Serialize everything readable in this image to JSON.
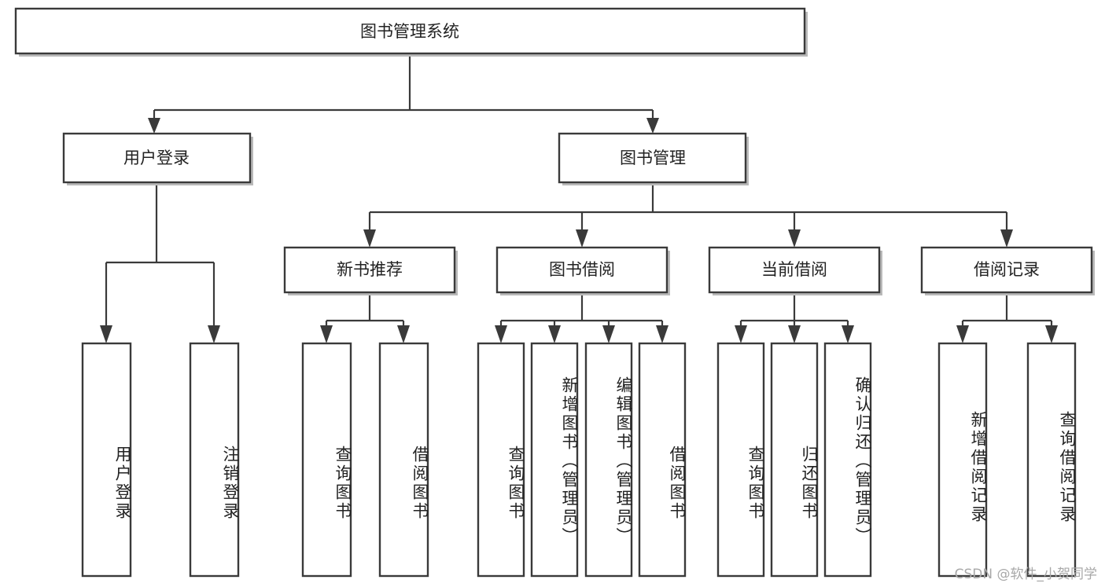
{
  "diagram": {
    "type": "tree",
    "title": "图书管理系统",
    "root": {
      "id": "root",
      "label": "图书管理系统",
      "orientation": "horizontal"
    },
    "level2": [
      {
        "id": "user-login",
        "label": "用户登录",
        "orientation": "horizontal"
      },
      {
        "id": "book-management",
        "label": "图书管理",
        "orientation": "horizontal"
      }
    ],
    "level3": [
      {
        "id": "new-book-recommend",
        "label": "新书推荐",
        "orientation": "horizontal",
        "parent": "book-management"
      },
      {
        "id": "book-borrow",
        "label": "图书借阅",
        "orientation": "horizontal",
        "parent": "book-management"
      },
      {
        "id": "current-borrow",
        "label": "当前借阅",
        "orientation": "horizontal",
        "parent": "book-management"
      },
      {
        "id": "borrow-record",
        "label": "借阅记录",
        "orientation": "horizontal",
        "parent": "book-management"
      }
    ],
    "leaves": [
      {
        "id": "leaf-user-login",
        "label": "用户登录",
        "orientation": "vertical",
        "parent": "user-login"
      },
      {
        "id": "leaf-user-logout",
        "label": "注销登录",
        "orientation": "vertical",
        "parent": "user-login"
      },
      {
        "id": "leaf-query-book-1",
        "label": "查询图书",
        "orientation": "vertical",
        "parent": "new-book-recommend"
      },
      {
        "id": "leaf-borrow-book-1",
        "label": "借阅图书",
        "orientation": "vertical",
        "parent": "new-book-recommend"
      },
      {
        "id": "leaf-query-book-2",
        "label": "查询图书",
        "orientation": "vertical",
        "parent": "book-borrow"
      },
      {
        "id": "leaf-add-book",
        "label": "新增图书（管理员）",
        "orientation": "vertical",
        "parent": "book-borrow"
      },
      {
        "id": "leaf-edit-book",
        "label": "编辑图书（管理员）",
        "orientation": "vertical",
        "parent": "book-borrow"
      },
      {
        "id": "leaf-borrow-book-2",
        "label": "借阅图书",
        "orientation": "vertical",
        "parent": "book-borrow"
      },
      {
        "id": "leaf-query-book-3",
        "label": "查询图书",
        "orientation": "vertical",
        "parent": "current-borrow"
      },
      {
        "id": "leaf-return-book",
        "label": "归还图书",
        "orientation": "vertical",
        "parent": "current-borrow"
      },
      {
        "id": "leaf-confirm-return",
        "label": "确认归还（管理员）",
        "orientation": "vertical",
        "parent": "current-borrow"
      },
      {
        "id": "leaf-add-record",
        "label": "新增借阅记录",
        "orientation": "vertical",
        "parent": "borrow-record"
      },
      {
        "id": "leaf-query-record",
        "label": "查询借阅记录",
        "orientation": "vertical",
        "parent": "borrow-record"
      }
    ],
    "colors": {
      "box_stroke": "#3a3a3a",
      "box_fill": "#ffffff",
      "text": "#222222",
      "edge": "#3a3a3a",
      "background": "#ffffff",
      "watermark": "#a8a8a8"
    }
  },
  "watermark": {
    "text": "CSDN @软件_小贺同学"
  }
}
